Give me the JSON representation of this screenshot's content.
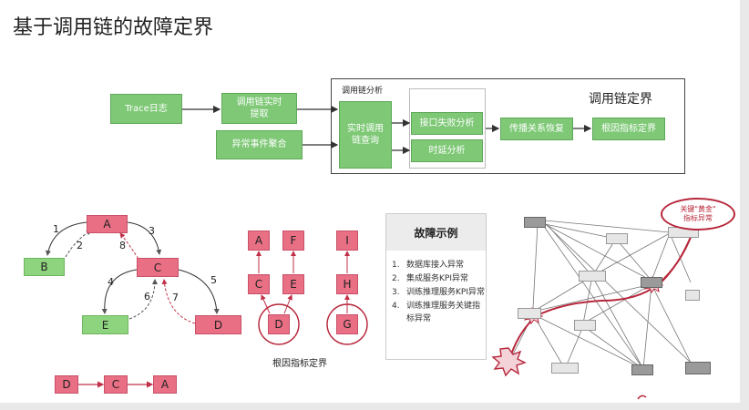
{
  "title": "基于调用链的故障定界",
  "pipeline": {
    "trace_log": "Trace日志",
    "call_chain_realtime": "调用链实时\n提取",
    "abnormal_event": "异常事件聚合",
    "panel_title": "调用链定界",
    "inner_label": "调用链分析",
    "realtime_query": "实时调用\n链查询",
    "interface_failure": "接口失败分析",
    "latency": "时延分析",
    "propagation": "传播关系恢复",
    "root_cause": "根因指标定界"
  },
  "call_graph": {
    "nodes": {
      "A": "A",
      "B": "B",
      "C": "C",
      "E": "E",
      "D": "D"
    },
    "edge_labels": [
      "1",
      "2",
      "3",
      "8",
      "4",
      "6",
      "7",
      "5"
    ],
    "chain": [
      "D",
      "C",
      "A"
    ]
  },
  "root_graph": {
    "top": [
      "A",
      "F",
      "I"
    ],
    "middle": [
      "C",
      "E",
      "H"
    ],
    "circles": [
      "D",
      "G"
    ],
    "caption": "根因指标定界"
  },
  "case_box": {
    "title": "故障示例",
    "items": [
      {
        "num": "1.",
        "text": "数据库接入异常"
      },
      {
        "num": "2.",
        "text": "集成服务KPI异常"
      },
      {
        "num": "3.",
        "text": "训练推理服务KPI异常"
      },
      {
        "num": "4.",
        "text": "训练推理服务关键指标异常"
      }
    ]
  },
  "topology": {
    "gold_label": "关键\"黄金\"\n指标异常"
  },
  "colors": {
    "green_node": "#7ec876",
    "pink_node": "#e86f84",
    "light_green_node": "#8ed37d",
    "alert_red": "#b7263a"
  }
}
